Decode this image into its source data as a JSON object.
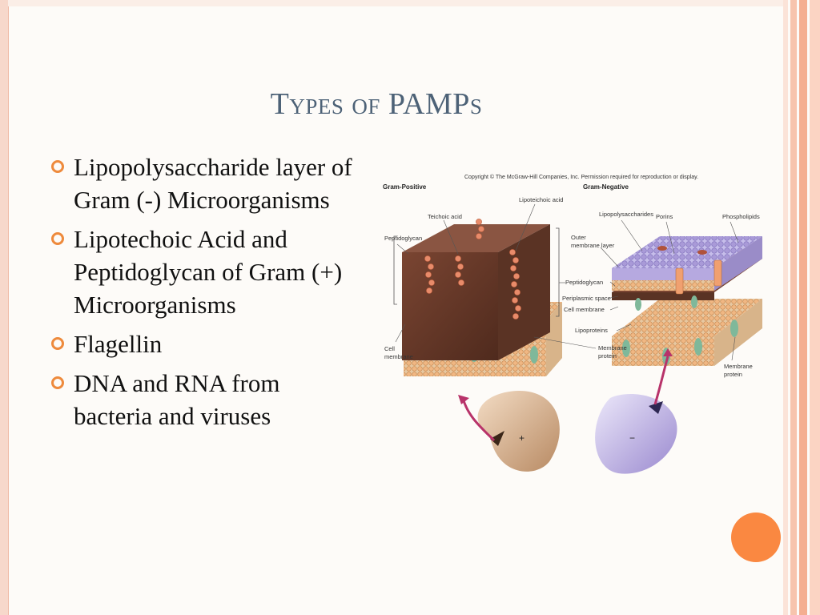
{
  "slide": {
    "title": "Types of PAMPs",
    "bullets": [
      {
        "text": "Lipopolysaccharide layer of Gram (-) Microorganisms"
      },
      {
        "text": "Lipotechoic Acid and Peptidoglycan of Gram (+) Microorganisms"
      },
      {
        "text": "Flagellin"
      },
      {
        "text": "DNA and RNA from bacteria and viruses"
      }
    ]
  },
  "figure": {
    "copyright": "Copyright © The McGraw-Hill Companies, Inc. Permission required for reproduction or display.",
    "gram_positive": {
      "heading": "Gram-Positive",
      "labels": {
        "lipoteichoic_acid": "Lipoteichoic acid",
        "teichoic_acid": "Teichoic acid",
        "peptidoglycan": "Peptidoglycan",
        "cell_membrane_1": "Cell",
        "cell_membrane_2": "membrane",
        "cell_sign": "+"
      }
    },
    "gram_negative": {
      "heading": "Gram-Negative",
      "labels": {
        "lipopolysaccharides": "Lipopolysaccharides",
        "porins": "Porins",
        "phospholipids": "Phospholipids",
        "outer_membrane_1": "Outer",
        "outer_membrane_2": "membrane layer",
        "peptidoglycan": "Peptidoglycan",
        "periplasmic_space": "Periplasmic space",
        "cell_membrane": "Cell membrane",
        "lipoproteins": "Lipoproteins",
        "membrane_protein_center_1": "Membrane",
        "membrane_protein_center_2": "protein",
        "membrane_protein_right_1": "Membrane",
        "membrane_protein_right_2": "protein",
        "cell_sign": "−"
      }
    }
  },
  "colors": {
    "title": "#4d6277",
    "bullet": "#ee8a3c",
    "accent_dot": "#fa8841",
    "stripe_light": "#fbd4c3",
    "stripe_dark": "#f4a888",
    "peptidoglycan": "#6b3a2a",
    "lps": "#a99ad8",
    "positive_cell": "#c9a07e",
    "negative_cell": "#a898d6"
  }
}
